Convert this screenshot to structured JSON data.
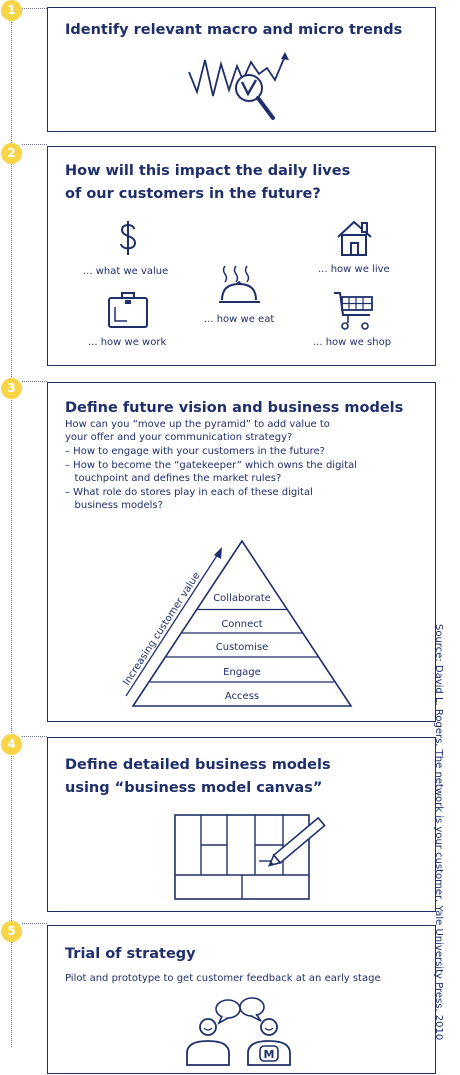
{
  "steps": [
    {
      "number": "1",
      "title": "Identify relevant macro and micro trends"
    },
    {
      "number": "2",
      "title_line1": "How will this impact the daily lives",
      "title_line2": "of our customers in the future?",
      "items": {
        "value": "... what we value",
        "live": "... how we live",
        "eat": "... how we eat",
        "work": "... how we work",
        "shop": "... how we shop"
      }
    },
    {
      "number": "3",
      "title": "Define future vision and business models",
      "description": [
        "How can you “move up the pyramid” to add value to",
        "your offer and your communication strategy?"
      ],
      "bullets": [
        "– How to engage with your customers in the future?",
        "– How to become the “gatekeeper” which owns the digital",
        "   touchpoint and defines the market rules?",
        "– What role do stores play in each of these digital",
        "   business models?"
      ],
      "pyramid": {
        "arrow_label": "Increasing customer value",
        "levels": [
          "Collaborate",
          "Connect",
          "Customise",
          "Engage",
          "Access"
        ]
      }
    },
    {
      "number": "4",
      "title_line1": "Define detailed business models",
      "title_line2": "using “business model canvas”"
    },
    {
      "number": "5",
      "title": "Trial of strategy",
      "description": "Pilot and prototype to get customer feedback at an early stage",
      "person_badge": "M"
    }
  ],
  "source": "Source: David L. Rogers, The network is your customer, Yale University Press, 2010",
  "colors": {
    "navy": "#1e2f6b",
    "badge_yellow": "#f7d547",
    "dotted": "#6a7390"
  }
}
